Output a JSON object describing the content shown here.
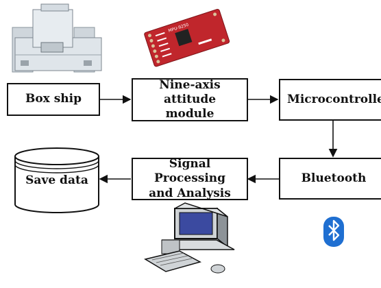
{
  "nodes": {
    "box_ship": "Box ship",
    "attitude_module": "Nine-axis attitude\nmodule",
    "microcontroller": "Microcontroller",
    "bluetooth": "Bluetooth",
    "signal_processing": "Signal Processing\nand Analysis",
    "save_data": "Save data"
  },
  "sensor_board_text": "MPU-9250",
  "colors": {
    "board": "#c0262c",
    "bluetooth": "#1f6fd1",
    "stroke": "#111111"
  },
  "icons": [
    "box-ship-photo",
    "sensor-board-photo",
    "database-cylinder-icon",
    "computer-icon",
    "bluetooth-icon"
  ]
}
